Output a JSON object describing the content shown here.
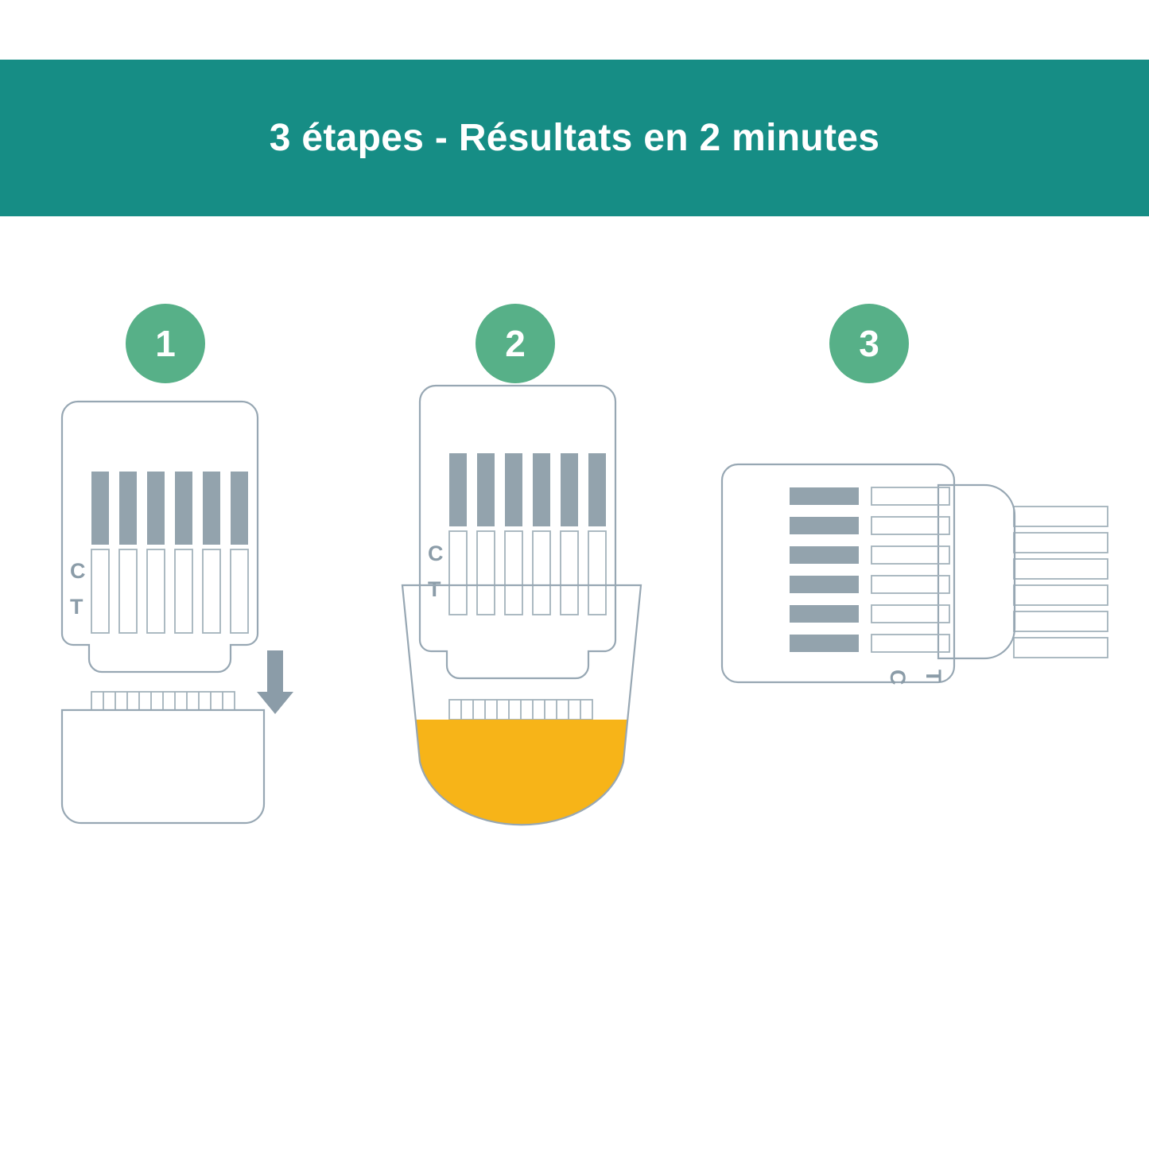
{
  "header": {
    "title": "3 étapes - Résultats en 2 minutes",
    "background_color": "#168d85",
    "text_color": "#ffffff"
  },
  "palette": {
    "badge_green": "#57b088",
    "outline_gray": "#97a7b3",
    "bar_gray": "#93a3ad",
    "urine_yellow": "#f7b418",
    "page_background": "#ffffff"
  },
  "steps": [
    {
      "number": "1",
      "badge_label": "1",
      "illustration": "dip-card-above-empty-cup-with-down-arrow",
      "device": {
        "strip_count": 6,
        "control_label": "C",
        "test_label": "T",
        "comb_teeth": 12
      },
      "cup": {
        "filled": false,
        "liquid_level_percent": 0
      },
      "arrow": {
        "direction": "down"
      }
    },
    {
      "number": "2",
      "badge_label": "2",
      "illustration": "dip-card-inserted-into-cup-filled-with-urine",
      "device": {
        "strip_count": 6,
        "control_label": "C",
        "test_label": "T",
        "comb_teeth": 12
      },
      "cup": {
        "filled": true,
        "liquid_level_percent": 46
      },
      "arrow": null
    },
    {
      "number": "3",
      "badge_label": "3",
      "illustration": "dip-card-rotated-flat-for-reading-results",
      "device": {
        "strip_count": 6,
        "control_label": "C",
        "test_label": "T",
        "comb_teeth": 6
      },
      "cup": null,
      "arrow": null
    }
  ]
}
